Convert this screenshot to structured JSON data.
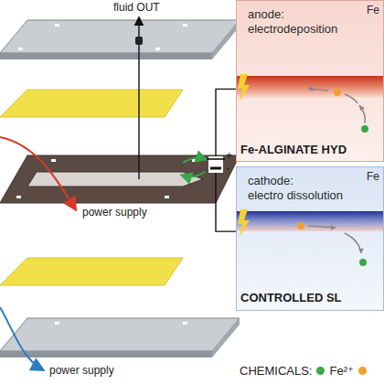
{
  "diagram": {
    "nodes": [
      {
        "text": [
          "anode:",
          "electrodeposition",
          "Fe",
          "Fe-ALGINATE HYD"
        ]
      },
      {
        "text": [
          "cathode:",
          "electro dissolution",
          "Fe",
          "CONTROLLED SL"
        ]
      }
    ],
    "edges": [
      {
        "from": 0,
        "to": 1,
        "arrow": "none"
      }
    ],
    "labels": [
      "fluid OUT",
      "power supply",
      "power supply",
      "+",
      "-",
      "CHEMICALS:"
    ],
    "legend": [
      {
        "text": "Fe²⁺",
        "color": "#3aa64a"
      }
    ]
  }
}
